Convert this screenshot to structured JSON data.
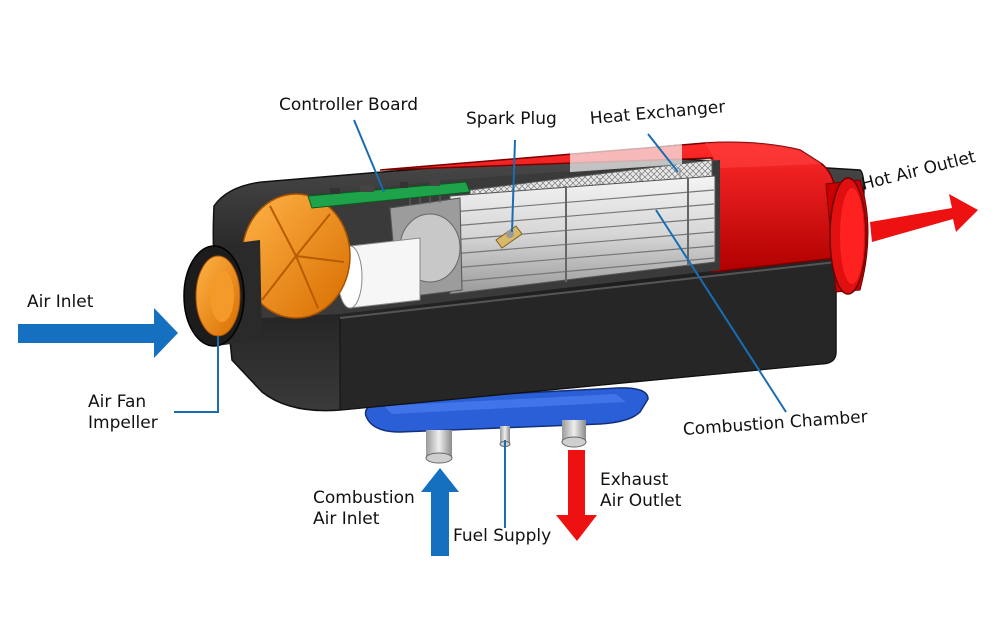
{
  "diagram": {
    "labels": {
      "controller_board": "Controller Board",
      "spark_plug": "Spark Plug",
      "heat_exchanger": "Heat Exchanger",
      "hot_air_outlet": "Hot Air Outlet",
      "air_inlet": "Air Inlet",
      "air_fan_impeller": "Air Fan\nImpeller",
      "combustion_chamber": "Combustion Chamber",
      "exhaust_air_outlet": "Exhaust\nAir Outlet",
      "combustion_air_inlet": "Combustion\nAir Inlet",
      "fuel_supply": "Fuel Supply"
    },
    "colors": {
      "inlet_arrow": "#1670c0",
      "outlet_arrow": "#ee1111",
      "leader_line": "#1a6db0",
      "housing_black": "#222222",
      "housing_red": "#d40a0a",
      "impeller_orange": "#f08a14",
      "mount_blue": "#2a5fd8",
      "board_green": "#1ea34a"
    }
  }
}
